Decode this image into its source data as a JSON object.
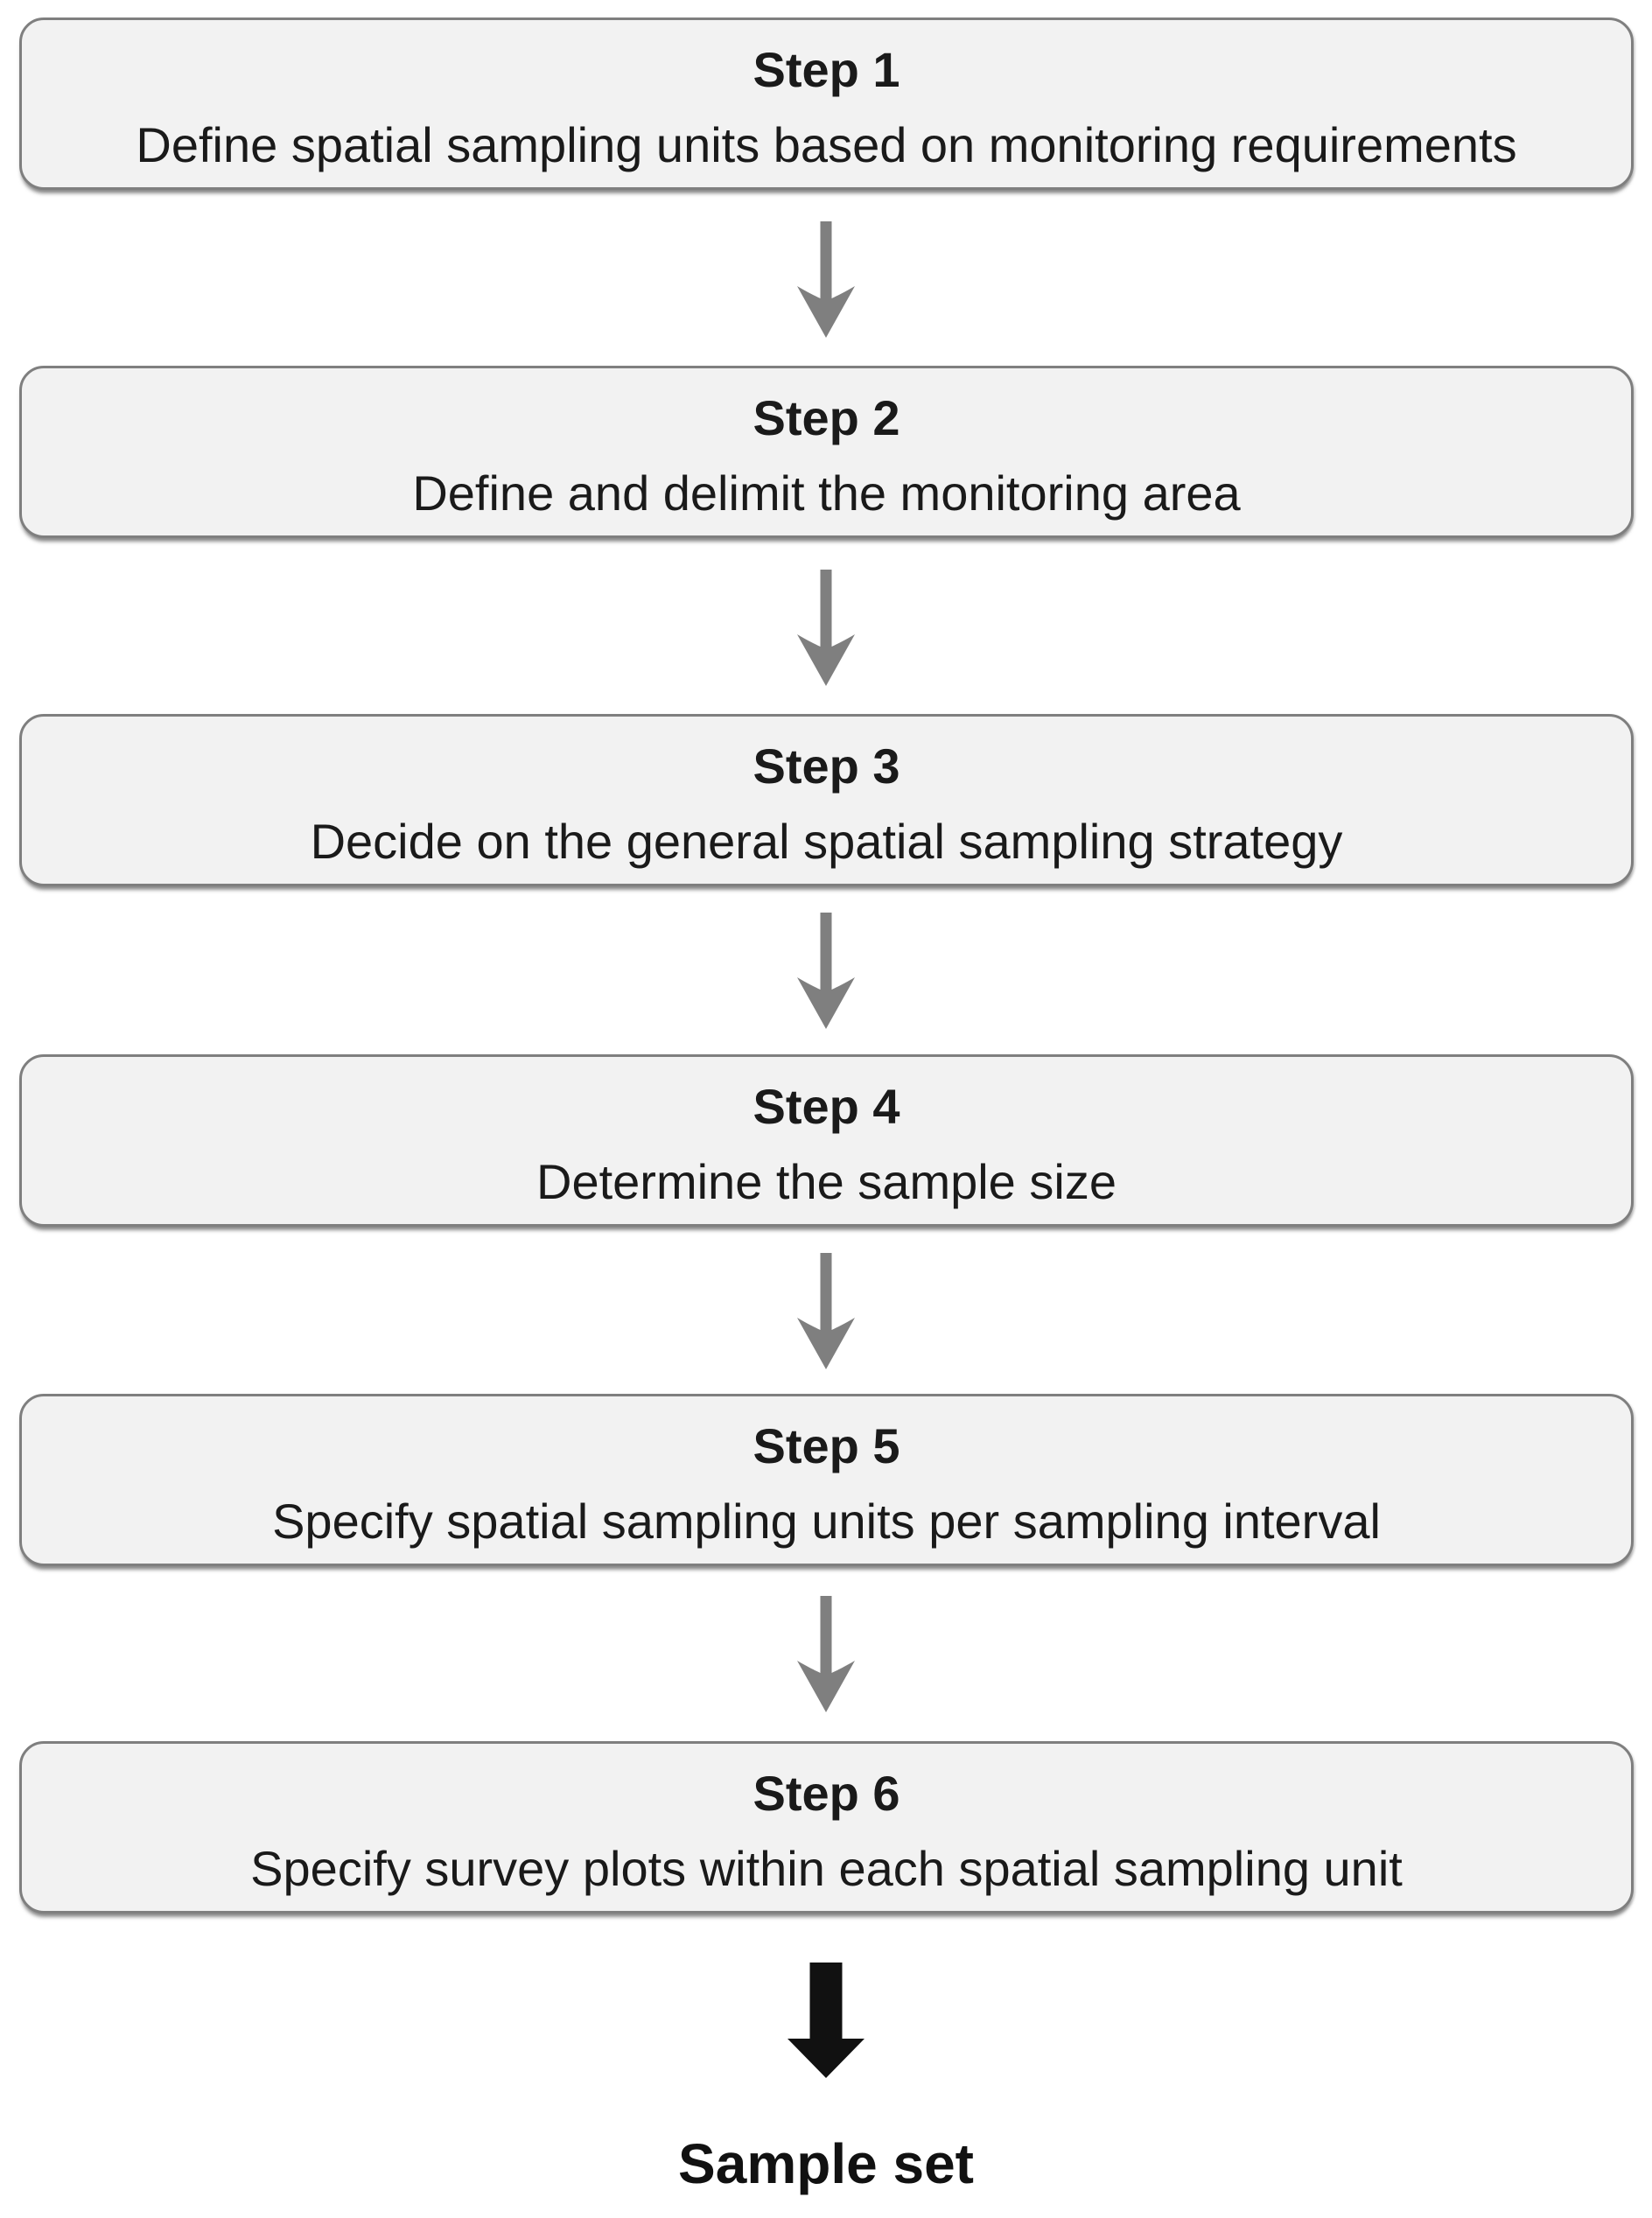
{
  "diagram": {
    "steps": [
      {
        "title": "Step 1",
        "description": "Define spatial sampling units based on monitoring requirements"
      },
      {
        "title": "Step 2",
        "description": "Define and delimit the monitoring area"
      },
      {
        "title": "Step 3",
        "description": "Decide on the general spatial sampling strategy"
      },
      {
        "title": "Step 4",
        "description": "Determine the sample size"
      },
      {
        "title": "Step 5",
        "description": "Specify spatial sampling units per sampling interval"
      },
      {
        "title": "Step 6",
        "description": "Specify survey plots within each spatial sampling unit"
      }
    ],
    "result_label": "Sample set",
    "icons": {
      "step_connector": "down-arrow-icon",
      "final_connector": "black-down-arrow-icon"
    },
    "colors": {
      "box_fill": "#f2f2f2",
      "box_border": "#7f7f7f",
      "connector_gray": "#7f7f7f",
      "connector_black": "#111111",
      "text": "#1a1a1a"
    }
  }
}
